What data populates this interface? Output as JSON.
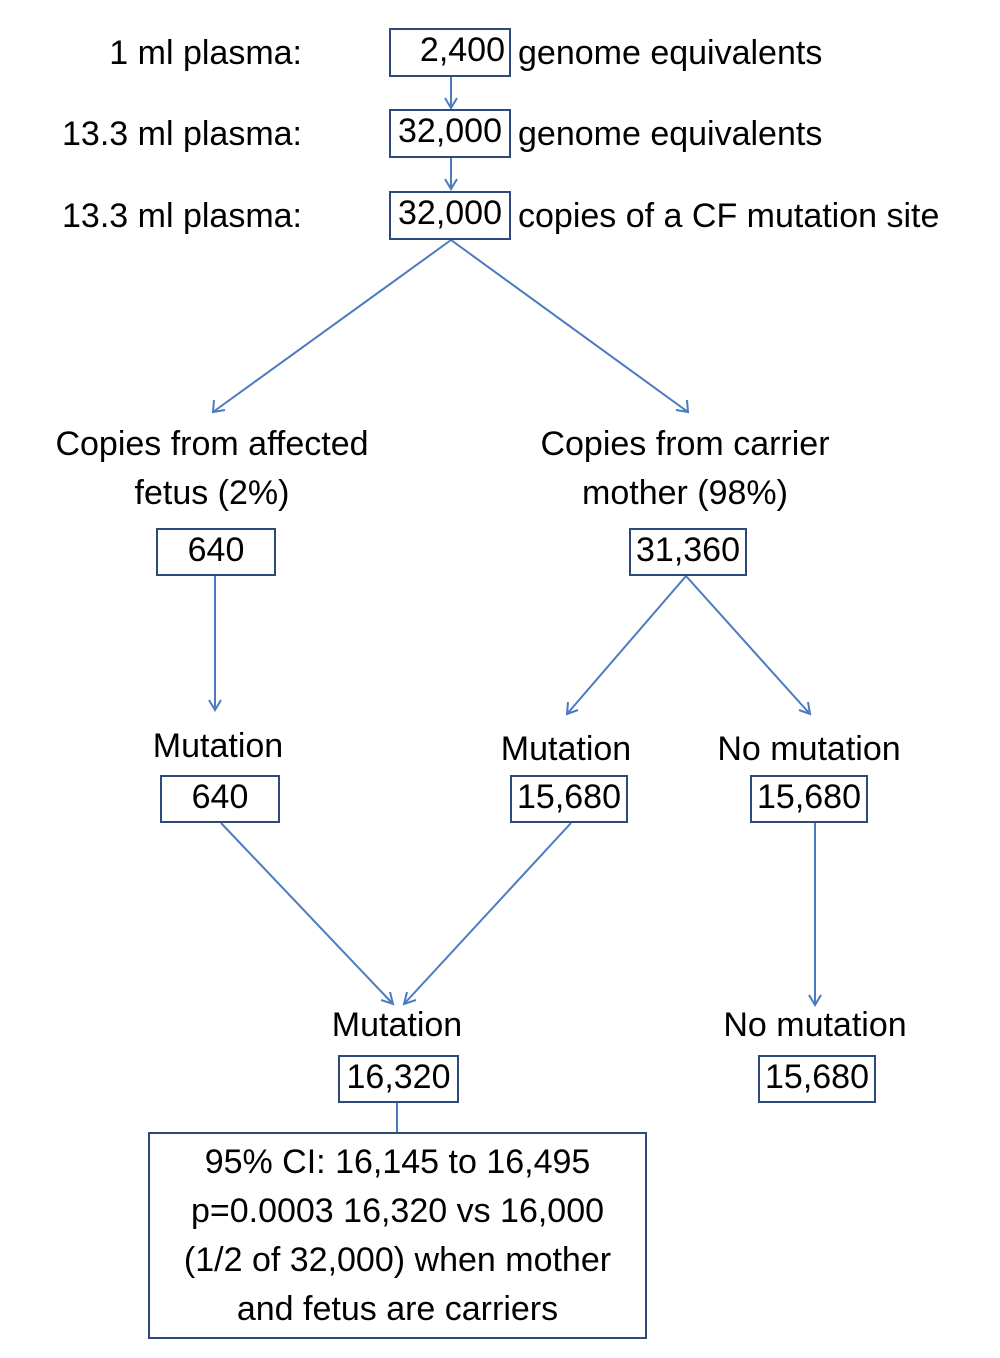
{
  "rows": [
    {
      "label": "1 ml plasma:",
      "value": "2,400",
      "suffix": "genome equivalents"
    },
    {
      "label": "13.3 ml plasma:",
      "value": "32,000",
      "suffix": "genome equivalents"
    },
    {
      "label": "13.3 ml plasma:",
      "value": "32,000",
      "suffix": "copies of a CF mutation site"
    }
  ],
  "fetus": {
    "label_line1": "Copies from affected",
    "label_line2": "fetus (2%)",
    "value": "640"
  },
  "mother": {
    "label_line1": "Copies from carrier",
    "label_line2": "mother (98%)",
    "value": "31,360"
  },
  "fetus_mutation": {
    "label": "Mutation",
    "value": "640"
  },
  "mother_mutation": {
    "label": "Mutation",
    "value": "15,680"
  },
  "mother_no_mutation": {
    "label": "No mutation",
    "value": "15,680"
  },
  "total_mutation": {
    "label": "Mutation",
    "value": "16,320"
  },
  "total_no_mutation": {
    "label": "No mutation",
    "value": "15,680"
  },
  "stats": {
    "line1": "95% CI: 16,145 to 16,495",
    "line2": "p=0.0003 16,320 vs 16,000",
    "line3": "(1/2 of 32,000) when mother",
    "line4": "and fetus are carriers"
  },
  "colors": {
    "arrow": "#4a7bc0",
    "box_border": "#2e4a7a"
  }
}
